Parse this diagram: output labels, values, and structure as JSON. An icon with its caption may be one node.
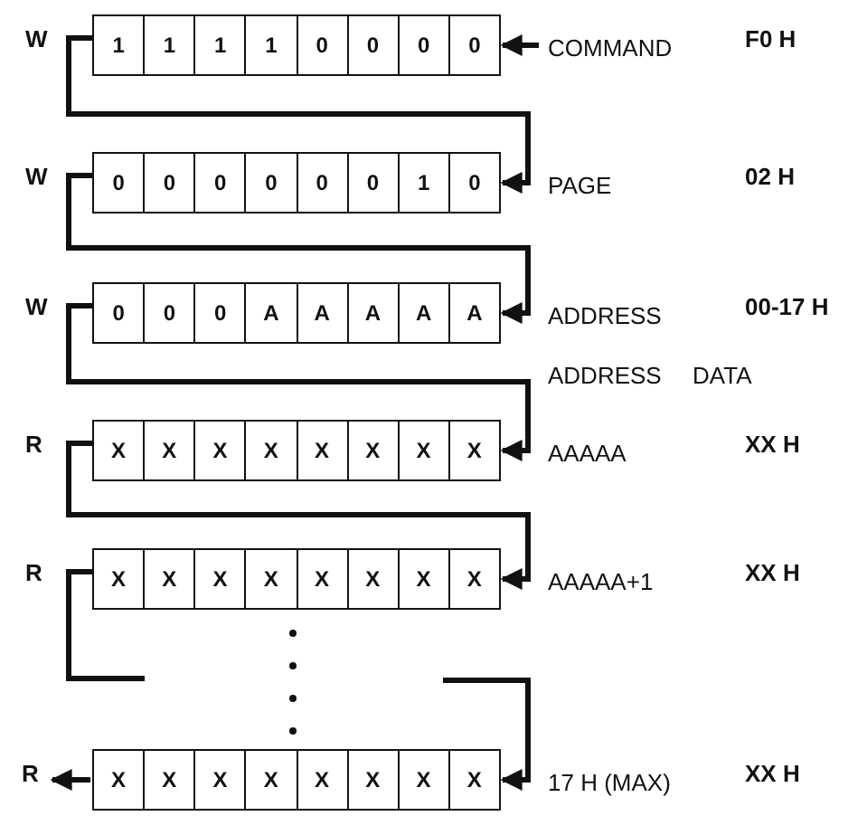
{
  "diagram": {
    "nodes": [
      {
        "text": [
          "1",
          "1",
          "1",
          "1",
          "0",
          "0",
          "0",
          "0"
        ],
        "beside": [
          "W",
          "COMMAND"
        ]
      },
      {
        "text": [
          "0",
          "0",
          "0",
          "0",
          "0",
          "0",
          "1",
          "0"
        ],
        "beside": [
          "W",
          "PAGE"
        ]
      },
      {
        "text": [
          "0",
          "0",
          "0",
          "A",
          "A",
          "A",
          "A",
          "A"
        ],
        "beside": [
          "W",
          "ADDRESS"
        ]
      },
      {
        "text": [
          "X",
          "X",
          "X",
          "X",
          "X",
          "X",
          "X",
          "X"
        ],
        "beside": [
          "R",
          "AAAAA"
        ]
      },
      {
        "text": [
          "X",
          "X",
          "X",
          "X",
          "X",
          "X",
          "X",
          "X"
        ],
        "beside": [
          "R",
          "AAAAA+1"
        ]
      },
      {
        "text": [
          "X",
          "X",
          "X",
          "X",
          "X",
          "X",
          "X",
          "X"
        ],
        "beside": [
          "17 H (MAX)"
        ]
      },
      {
        "text": [
          "R"
        ]
      }
    ],
    "edges": [
      {
        "from": null,
        "to": 0,
        "arrow": "to"
      },
      {
        "from": 0,
        "to": 1,
        "arrow": "to"
      },
      {
        "from": 1,
        "to": 2,
        "arrow": "to"
      },
      {
        "from": 2,
        "to": 3,
        "arrow": "to"
      },
      {
        "from": 3,
        "to": 4,
        "arrow": "to"
      },
      {
        "from": 4,
        "to": null,
        "arrow": "none"
      },
      {
        "from": null,
        "to": 5,
        "arrow": "to"
      },
      {
        "from": 5,
        "to": 6,
        "arrow": "to"
      }
    ],
    "labels": [
      "F0 H",
      "02 H",
      "00-17 H",
      "ADDRESS",
      "DATA",
      "XX H",
      "XX H",
      "XX H"
    ]
  }
}
